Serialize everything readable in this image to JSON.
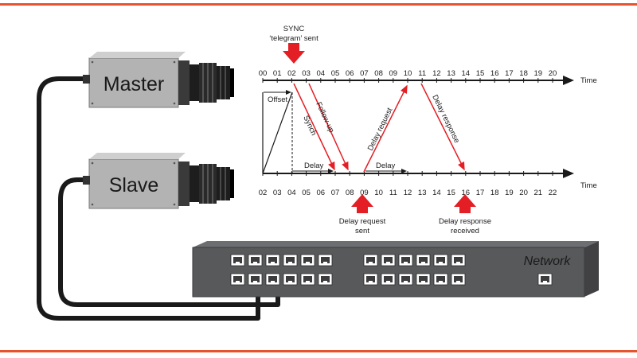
{
  "colors": {
    "accent_line": "#e5532f",
    "red": "#e31e24",
    "camera_body": "#b3b3b3",
    "dark": "#1a1a1a",
    "switch_body": "#4d4d4f",
    "switch_face": "#58595b"
  },
  "cameras": {
    "master_label": "Master",
    "slave_label": "Slave"
  },
  "network": {
    "label": "Network"
  },
  "timeline": {
    "top_ticks": [
      "00",
      "01",
      "02",
      "03",
      "04",
      "05",
      "06",
      "07",
      "08",
      "09",
      "10",
      "11",
      "12",
      "13",
      "14",
      "15",
      "16",
      "17",
      "18",
      "19",
      "20"
    ],
    "bottom_ticks": [
      "02",
      "03",
      "04",
      "05",
      "06",
      "07",
      "08",
      "09",
      "10",
      "11",
      "12",
      "13",
      "14",
      "15",
      "16",
      "17",
      "18",
      "19",
      "20",
      "21",
      "22"
    ],
    "axis_label": "Time"
  },
  "annotations": {
    "sync_line1": "SYNC",
    "sync_line2": "‘telegram’ sent",
    "offset": "Offset",
    "synch": "Synch",
    "follow_up": "Follow-up",
    "delay_request": "Delay request",
    "delay_response": "Delay response",
    "delay_left": "Delay",
    "delay_right": "Delay",
    "delay_request_sent_1": "Delay request",
    "delay_request_sent_2": "sent",
    "delay_response_received_1": "Delay response",
    "delay_response_received_2": "received"
  }
}
